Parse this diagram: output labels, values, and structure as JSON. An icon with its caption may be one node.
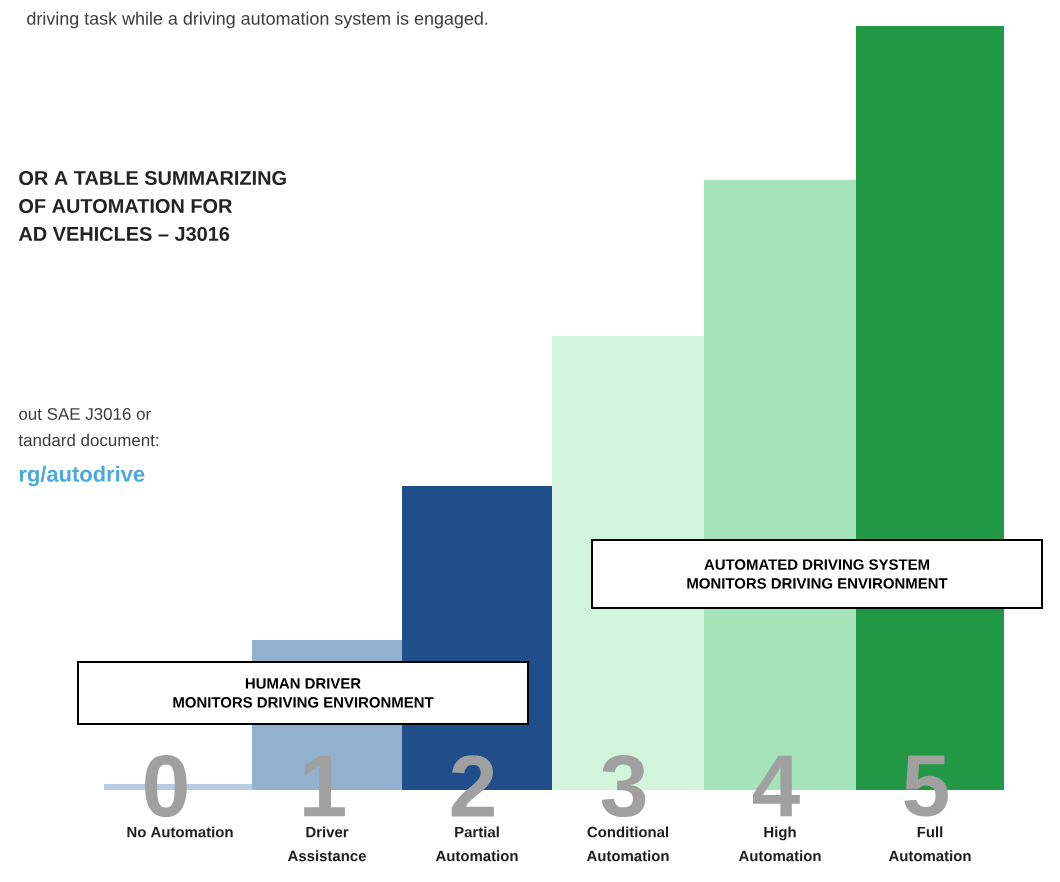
{
  "diagram": {
    "nodes": [
      {
        "text": [
          "AUTOMATED DRIVING SYSTEM",
          "MONITORS DRIVING ENVIRONMENT"
        ]
      },
      {
        "text": [
          "HUMAN DRIVER",
          "MONITORS DRIVING ENVIRONMENT"
        ]
      }
    ],
    "labels": [
      "driving task while a driving automation system is engaged.",
      "OR A TABLE SUMMARIZING",
      "OF AUTOMATION FOR",
      "AD VEHICLES – J3016",
      "out SAE J3016 or",
      "tandard document:",
      "rg/autodrive",
      "0",
      "1",
      "2",
      "3",
      "4",
      "5",
      "No Automation",
      "Driver Assistance",
      "Partial Automation",
      "Conditional Automation",
      "High Automation",
      "Full Automation"
    ]
  }
}
